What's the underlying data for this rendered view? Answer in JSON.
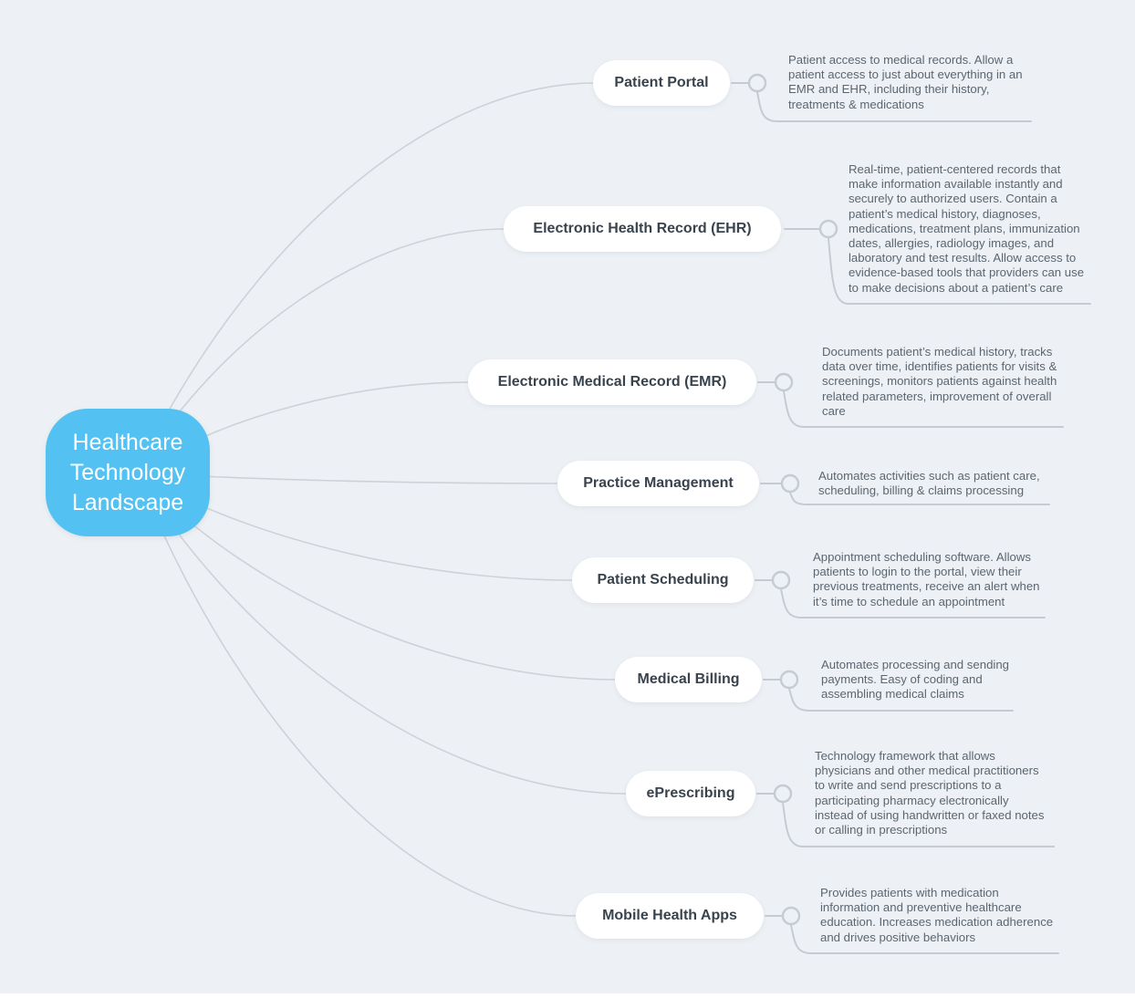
{
  "title": "Healthcare Technology Landscape",
  "theme": {
    "bg": "#EDF1F5",
    "line": "#CDD2D8",
    "line_strong": "#C6CBD2",
    "center_blue": "#53C1F1",
    "pill_bg": "#FFFFFF",
    "node_text": "#39434E",
    "desc_text": "#5C6670"
  },
  "center": {
    "label": "Healthcare\nTechnology\nLandscape"
  },
  "branches": [
    {
      "id": "patient-portal",
      "label": "Patient Portal",
      "description": "Patient access to medical records. Allow a\npatient access to just about everything in an\nEMR and EHR, including their history,\ntreatments & medications"
    },
    {
      "id": "electronic-health-record",
      "label": "Electronic Health Record (EHR)",
      "description": "Real-time, patient-centered records that\nmake information available instantly and\nsecurely to authorized users. Contain a\npatient’s medical history, diagnoses,\nmedications, treatment plans, immunization\ndates, allergies, radiology images, and\nlaboratory and test results. Allow access to\nevidence-based tools that providers can use\nto make decisions about a patient’s care"
    },
    {
      "id": "electronic-medical-record",
      "label": "Electronic Medical Record (EMR)",
      "description": "Documents patient’s medical history, tracks\ndata over time, identifies patients for visits &\nscreenings, monitors patients against health\nrelated parameters, improvement of overall\ncare"
    },
    {
      "id": "practice-management",
      "label": "Practice Management",
      "description": "Automates activities such as patient care,\nscheduling, billing & claims processing"
    },
    {
      "id": "patient-scheduling",
      "label": "Patient Scheduling",
      "description": "Appointment scheduling software. Allows\npatients to login to the portal, view their\nprevious treatments, receive an alert when\nit’s time to schedule an appointment"
    },
    {
      "id": "medical-billing",
      "label": "Medical Billing",
      "description": "Automates processing and sending\npayments. Easy of coding and\nassembling medical claims"
    },
    {
      "id": "eprescribing",
      "label": "ePrescribing",
      "description": "Technology framework that allows\nphysicians and other medical practitioners\nto write and send prescriptions to a\nparticipating pharmacy electronically\ninstead of using handwritten or faxed notes\nor calling in prescriptions"
    },
    {
      "id": "mobile-health-apps",
      "label": "Mobile Health Apps",
      "description": "Provides patients with medication\ninformation and preventive healthcare\neducation. Increases medication adherence\nand drives positive behaviors"
    }
  ]
}
